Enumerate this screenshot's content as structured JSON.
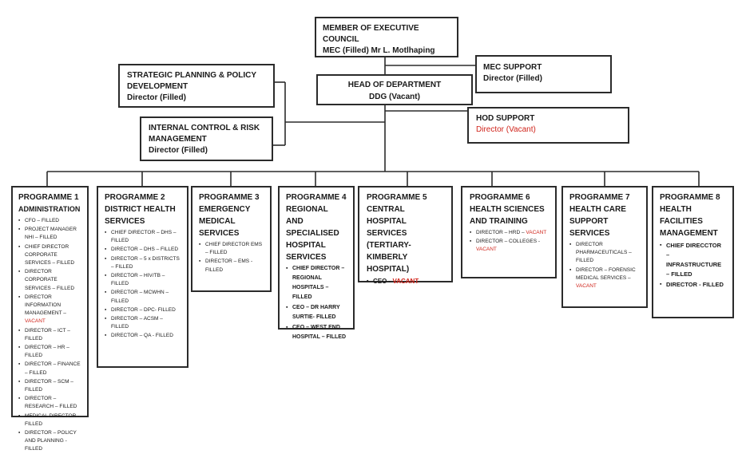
{
  "mec": {
    "title": "MEMBER OF EXECUTIVE COUNCIL",
    "line2": "MEC (Filled) Mr L. Motlhaping"
  },
  "hod": {
    "title": "HEAD OF DEPARTMENT",
    "line2": "DDG (Vacant)"
  },
  "mec_support": {
    "title": "MEC SUPPORT",
    "line2": "Director (Filled)"
  },
  "strategic": {
    "title": "STRATEGIC PLANNING & POLICY DEVELOPMENT",
    "line2": "Director (Filled)"
  },
  "internal": {
    "title": "INTERNAL CONTROL & RISK MANAGEMENT",
    "line2": "Director (Filled)"
  },
  "hod_support": {
    "title": "HOD SUPPORT",
    "line2": "Director (Vacant)"
  },
  "colors": {
    "line": "#2b2b2b",
    "vacant": "#d0241b"
  },
  "programmes": [
    {
      "title": "PROGRAMME 1",
      "subtitle": "ADMINISTRATION",
      "items": [
        {
          "text": "CFO – FILLED"
        },
        {
          "text": "PROJECT MANAGER NHI – FILLED"
        },
        {
          "text": "CHIEF DIRECTOR CORPORATE SERVICES – FILLED"
        },
        {
          "text": "DIRECTOR CORPORATE SERVICES – FILLED"
        },
        {
          "text": "DIRECTOR INFORMATION MANAGEMENT –",
          "vacant": "VACANT"
        },
        {
          "text": "DIRECTOR – ICT – FILLED"
        },
        {
          "text": "DIRECTOR – HR – FILLED"
        },
        {
          "text": "DIRECTOR – FINANCE – FILLED"
        },
        {
          "text": "DIRECTOR – SCM – FILLED"
        },
        {
          "text": "DIRECTOR – RESEARCH – FILLED"
        },
        {
          "text": "MEDICAL DIRECTOR - FILLED"
        },
        {
          "text": "DIRECTOR – POLICY AND PLANNING - FILLED"
        }
      ]
    },
    {
      "title": "PROGRAMME 2",
      "subtitle": "DISTRICT HEALTH SERVICES",
      "items": [
        {
          "text": "CHIEF DIRECTOR – DHS – FILLED"
        },
        {
          "text": "DIRECTOR – DHS – FILLED"
        },
        {
          "text": "DIRECTOR – 5 x DISTRICTS – FILLED"
        },
        {
          "text": "DIRECTOR – HIV/TB – FILLED"
        },
        {
          "text": "DIRECTOR – MCWHN – FILLED"
        },
        {
          "text": "DIRECTOR – DPC- FILLED"
        },
        {
          "text": "DIRECTOR – ACSM – FILLED"
        },
        {
          "text": "DIRECTOR – QA - FILLED"
        }
      ]
    },
    {
      "title": "PROGRAMME 3",
      "subtitle": "EMERGENCY MEDICAL SERVICES",
      "items": [
        {
          "text": "CHIEF DIRECTOR EMS – FILLED"
        },
        {
          "text": "DIRECTOR – EMS - FILLED"
        }
      ]
    },
    {
      "title": "PROGRAMME 4",
      "subtitle": "REGIONAL AND SPECIALISED HOSPITAL SERVICES",
      "items": [
        {
          "text": "CHIEF DIRECTOR – REGIONAL HOSPITALS – FILLED"
        },
        {
          "text": "CEO – DR HARRY SURTIE- FILLED"
        },
        {
          "text": "CEO – WEST END HOSPITAL – FILLED"
        }
      ]
    },
    {
      "title": "PROGRAMME 5",
      "subtitle": "CENTRAL HOSPITAL SERVICES (TERTIARY-KIMBERLY HOSPITAL)",
      "items": [
        {
          "text": "CEO -",
          "vacant": "VACANT"
        }
      ]
    },
    {
      "title": "PROGRAMME 6",
      "subtitle": "HEALTH SCIENCES AND TRAINING",
      "items": [
        {
          "text": "DIRECTOR – HRD –",
          "vacant": "VACANT"
        },
        {
          "text": "DIRECTOR – COLLEGES -",
          "vacant": "VACANT"
        }
      ]
    },
    {
      "title": "PROGRAMME 7",
      "subtitle": "HEALTH CARE SUPPORT SERVICES",
      "items": [
        {
          "text": "DIRECTOR PHARMACEUTICALS – FILLED"
        },
        {
          "text": "DIRECTOR – FORENSIC MEDICAL SERVICES –",
          "vacant": "VACANT"
        }
      ]
    },
    {
      "title": "PROGRAMME 8",
      "subtitle": "HEALTH FACILITIES MANAGEMENT",
      "items": [
        {
          "text": "CHIEF DIRECCTOR – INFRASTRUCTURE – FILLED"
        },
        {
          "text": "DIRECTOR - FILLED"
        }
      ]
    }
  ]
}
